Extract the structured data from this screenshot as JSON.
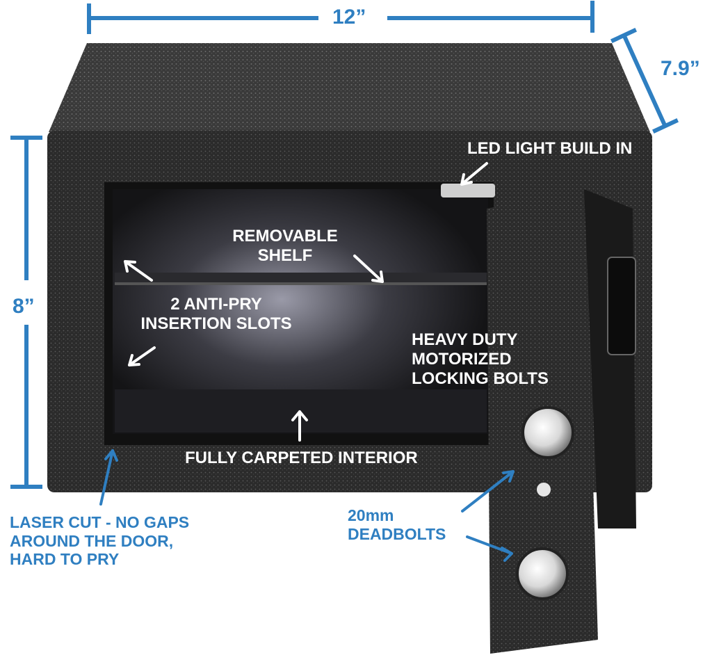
{
  "dimensions": {
    "width": "12”",
    "depth": "7.9”",
    "height": "8”"
  },
  "labels": {
    "led": "LED LIGHT BUILD IN",
    "shelf": [
      "REMOVABLE",
      "SHELF"
    ],
    "slots": [
      "2 ANTI-PRY",
      "INSERTION SLOTS"
    ],
    "bolts": [
      "HEAVY DUTY",
      "MOTORIZED",
      "LOCKING BOLTS"
    ],
    "carpet": "FULLY CARPETED INTERIOR",
    "laser": [
      "LASER CUT - NO GAPS",
      "AROUND THE DOOR,",
      "HARD TO PRY"
    ],
    "deadbolts": [
      "20mm",
      "DEADBOLTS"
    ]
  },
  "colors": {
    "annotation_blue": "#2f7fc1",
    "safe_body": "#262626",
    "label_white": "#ffffff"
  }
}
